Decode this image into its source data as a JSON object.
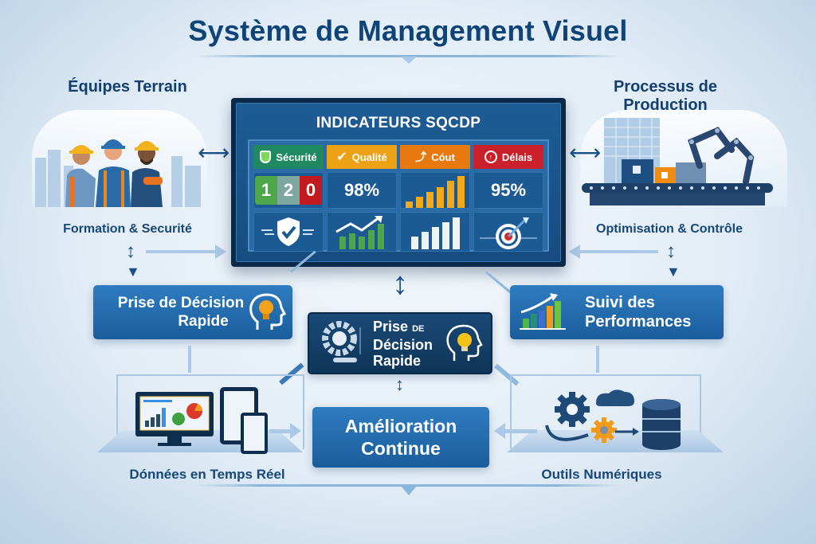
{
  "header": {
    "title": "Système de Management Visuel"
  },
  "left_top": {
    "title": "Équipes Terrain",
    "subtitle": "Formation & Securité",
    "illustration": "workers-hardhats"
  },
  "right_top": {
    "title": "Processus de Production",
    "subtitle": "Optimisation & Contrôle",
    "illustration": "robotic-arms-conveyor"
  },
  "dashboard": {
    "title": "INDICATEURS SQCDP",
    "columns": [
      {
        "label": "Sécurité",
        "icon": "shield-icon",
        "color": "#1f8a62",
        "value_parts": [
          "1",
          "2",
          "0"
        ],
        "value_colors": [
          "#4fa64a",
          "#7fa7a2",
          "#c21a1f"
        ],
        "bottom_icon": "shield-check-icon"
      },
      {
        "label": "Qualité",
        "icon": "check-icon",
        "color": "#eca214",
        "value": "98%",
        "bottom_icon": "trend-bars-icon"
      },
      {
        "label": "Cóut",
        "icon": "cost-icon",
        "color": "#e8790f",
        "value_icon": "orange-bars-icon",
        "bottom_icon": "white-bars-icon"
      },
      {
        "label": "Délais",
        "icon": "clock-icon",
        "color": "#c92029",
        "value": "95%",
        "bottom_icon": "target-icon"
      }
    ]
  },
  "boxes": {
    "decision_left": {
      "line1": "Prise de Décision",
      "line2": "Rapide",
      "icon": "head-bulb-icon"
    },
    "decision_center": {
      "line1": "Prise",
      "line1_small": "DE",
      "line2": "Décision",
      "line3": "Rapide",
      "icon": "head-bulb-icon"
    },
    "performance": {
      "line1": "Suivi des",
      "line2": "Performances",
      "icon": "chart-up-icon"
    },
    "improvement": {
      "line1": "Amélioration",
      "line2": "Continue"
    }
  },
  "bottom_left": {
    "label": "Dónnées en Temps Réel",
    "illustration": "devices-dashboards"
  },
  "bottom_right": {
    "label": "Outils Numériques",
    "illustration": "gears-cloud-database"
  },
  "colors": {
    "primary": "#0f4478",
    "accent_blue": "#2f7cc0",
    "dark": "#0b2a4a",
    "light_arrow": "#aac9e6"
  }
}
